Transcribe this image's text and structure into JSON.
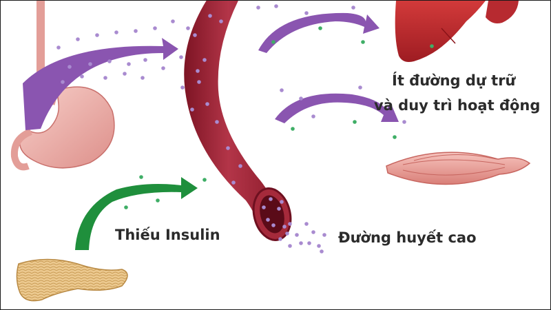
{
  "labels": {
    "liver_line_1": "Ít đường dự trữ",
    "liver_line_2": "và duy trì hoạt động",
    "pancreas": "Thiếu Insulin",
    "blood": "Đường huyết cao"
  },
  "organs": [
    "stomach-icon",
    "pancreas-icon",
    "liver-icon",
    "muscle-icon",
    "blood-vessel-icon"
  ],
  "colors": {
    "glucose_dot": "#a98bd0",
    "insulin_dot": "#3fae66",
    "purple_arrow": "#8a55b0",
    "green_arrow": "#1f8f3c",
    "vessel": "#a3283a",
    "stomach": "#f2b9b4",
    "liver": "#c0292f",
    "pancreas": "#e8c489",
    "muscle": "#f2b0aa",
    "text": "#2b2b2b"
  }
}
